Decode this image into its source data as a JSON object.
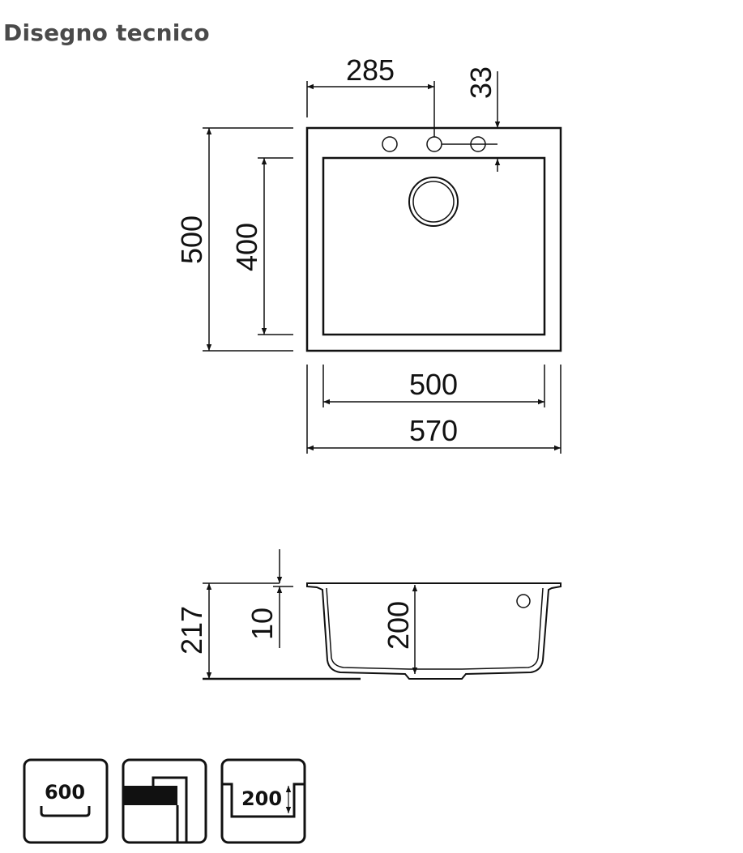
{
  "title": "Disegno tecnico",
  "top_view": {
    "dim_tap_offset": "285",
    "dim_tap_edge": "33",
    "dim_outer_depth": "500",
    "dim_inner_depth": "400",
    "dim_inner_width": "500",
    "dim_outer_width": "570"
  },
  "side_view": {
    "dim_total_height": "217",
    "dim_rim": "10",
    "dim_bowl_depth": "200"
  },
  "icons": [
    {
      "name": "cabinet-width-icon",
      "label": "600"
    },
    {
      "name": "top-mount-installation-icon"
    },
    {
      "name": "bowl-depth-icon",
      "label": "200"
    }
  ]
}
